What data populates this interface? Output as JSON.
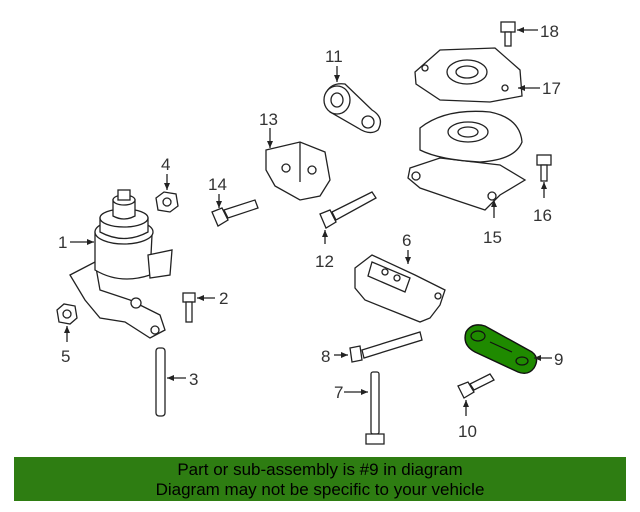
{
  "callouts": {
    "c1": "1",
    "c2": "2",
    "c3": "3",
    "c4": "4",
    "c5": "5",
    "c6": "6",
    "c7": "7",
    "c8": "8",
    "c9": "9",
    "c10": "10",
    "c11": "11",
    "c12": "12",
    "c13": "13",
    "c14": "14",
    "c15": "15",
    "c16": "16",
    "c17": "17",
    "c18": "18"
  },
  "colors": {
    "highlight": "#1f8a00",
    "banner_bg": "#2e7d12"
  },
  "banner": {
    "line1": "Part or sub-assembly is #9 in diagram",
    "line2": "Diagram may not be specific to your vehicle"
  }
}
